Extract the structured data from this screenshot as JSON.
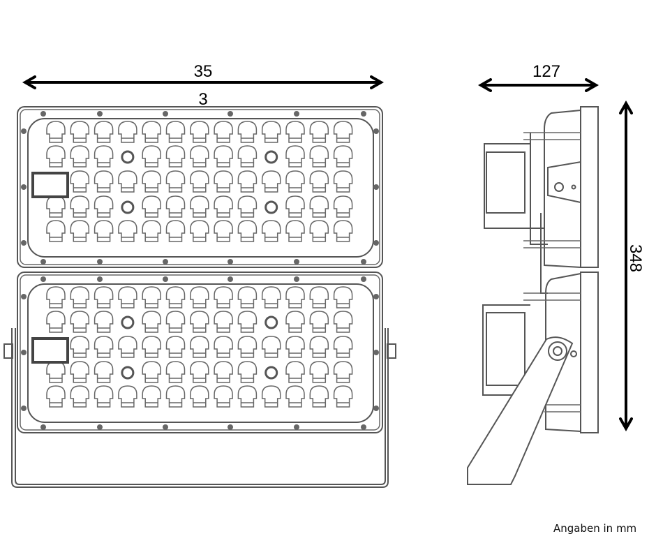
{
  "dimensions": {
    "width_label_line1": "35",
    "width_label_line2": "3",
    "depth_label": "127",
    "height_label": "348"
  },
  "note": "Angaben in mm",
  "drawing": {
    "led_columns": 13,
    "led_rows": 5,
    "panels": 2,
    "line_color": "#555555",
    "arrow_color": "#000000"
  }
}
